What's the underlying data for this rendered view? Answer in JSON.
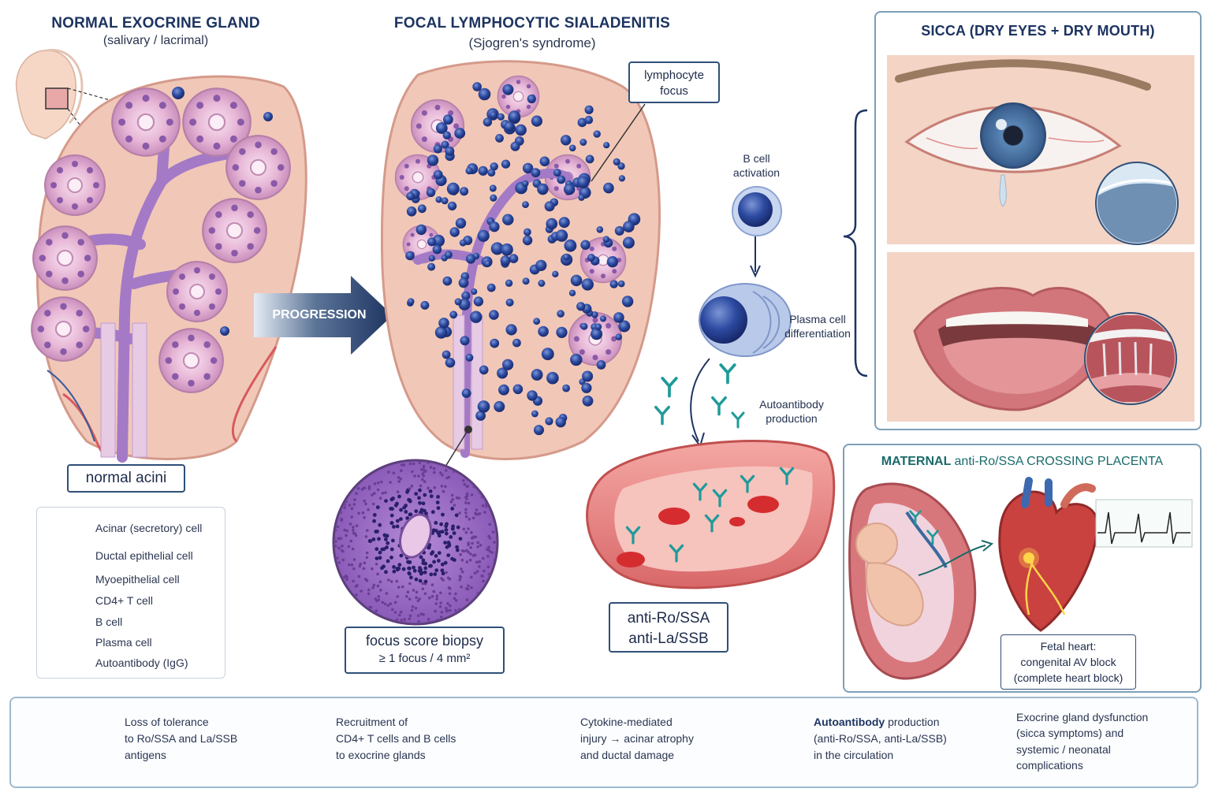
{
  "normal_gland": {
    "title": "NORMAL EXOCRINE GLAND",
    "subtitle": "(salivary / lacrimal)",
    "label": "normal acini"
  },
  "progression_arrow": "PROGRESSION",
  "focal_sialadenitis": {
    "title": "FOCAL LYMPHOCYTIC SIALADENITIS",
    "subtitle": "(Sjogren's syndrome)",
    "callout": "lymphocyte focus",
    "biopsy_title": "focus score biopsy",
    "biopsy_criteria": "≥ 1 focus / 4 mm²"
  },
  "b_cell_pathway": {
    "b_cell_activation": "B cell activation",
    "plasma_cell_differentiation": "Plasma cell differentiation",
    "autoantibody_production": "Autoantibody production",
    "antibodies_line1": "anti-Ro/SSA",
    "antibodies_line2": "anti-La/SSB"
  },
  "legend": {
    "items": [
      {
        "icon": "acinar-cell-icon",
        "label": "Acinar (secretory) cell"
      },
      {
        "icon": "ductal-cell-icon",
        "label": "Ductal epithelial cell"
      },
      {
        "icon": "myoepithelial-cell-icon",
        "label": "Myoepithelial cell"
      },
      {
        "icon": "cd4-t-cell-icon",
        "label": "CD4+ T cell"
      },
      {
        "icon": "b-cell-icon",
        "label": "B cell"
      },
      {
        "icon": "plasma-cell-icon",
        "label": "Plasma cell"
      },
      {
        "icon": "autoantibody-icon",
        "label": "Autoantibody (IgG)"
      }
    ]
  },
  "sicca_panel": {
    "title": "SICCA (DRY EYES + DRY MOUTH)"
  },
  "placenta_panel": {
    "title_bold": "MATERNAL",
    "title_rest": "anti-Ro/SSA CROSSING PLACENTA",
    "fetal_heart_line1": "Fetal heart:",
    "fetal_heart_line2": "congenital AV block",
    "fetal_heart_line3": "(complete heart block)"
  },
  "bottom_flow": {
    "steps": [
      {
        "icon": "acinar-cluster-icon",
        "lines": [
          "Loss of tolerance",
          "to Ro/SSA and La/SSB",
          "antigens"
        ]
      },
      {
        "icon": "lymphocyte-cluster-icon",
        "lines": [
          "Recruitment of",
          "CD4+ T cells and B cells",
          "to exocrine glands"
        ]
      },
      {
        "icon": "damaged-acinus-icon",
        "lines": [
          "Cytokine-mediated",
          "injury → acinar atrophy",
          "and ductal damage"
        ]
      },
      {
        "icon": "antibody-group-icon",
        "bold": "Autoantibody",
        "lines": [
          " production",
          "(anti-Ro/SSA, anti-La/SSB)",
          "in the circulation"
        ]
      },
      {
        "icon": "",
        "lines": [
          "Exocrine gland dysfunction",
          "(sicca symptoms) and",
          "systemic / neonatal",
          "complications"
        ]
      }
    ]
  },
  "colors": {
    "navy": "#1d3461",
    "acinar_pink": "#e7b6d6",
    "lymphocyte_blue": "#2c4aa0",
    "antibody_teal": "#1f9a9a",
    "panel_border": "#7d9fb8"
  }
}
